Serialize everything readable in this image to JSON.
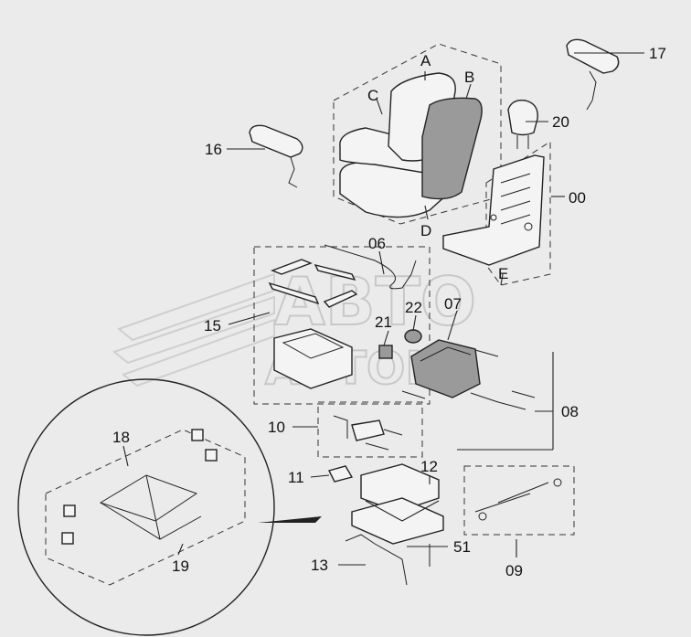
{
  "watermark": {
    "line1": "АВТО",
    "line2": "АВТОНС"
  },
  "variant_letters": [
    "A",
    "B",
    "C",
    "D",
    "E"
  ],
  "callouts": {
    "c17": "17",
    "c16": "16",
    "c20": "20",
    "c00": "00",
    "c06": "06",
    "c15": "15",
    "c22": "22",
    "c07": "07",
    "c21": "21",
    "c08": "08",
    "c10": "10",
    "c18": "18",
    "c11": "11",
    "c12": "12",
    "c19": "19",
    "c51": "51",
    "c13": "13",
    "c09": "09"
  }
}
